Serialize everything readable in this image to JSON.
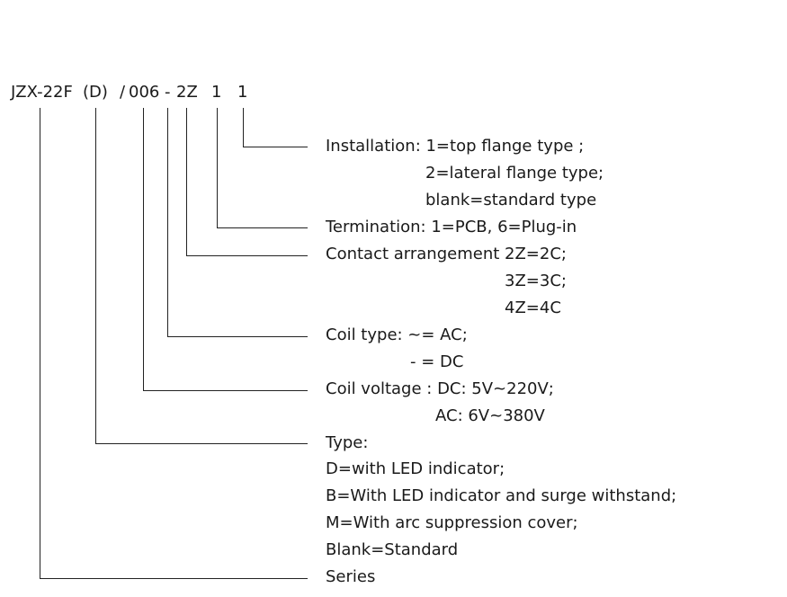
{
  "model_code": {
    "series": "JZX-22F",
    "type": "(D)",
    "slash": "/",
    "coil_voltage": "006",
    "dash": "-",
    "contact": "2Z",
    "termination": "1",
    "installation": "1"
  },
  "descriptions": {
    "installation": [
      "Installation: 1=top flange type ;",
      "2=lateral flange type;",
      "blank=standard type"
    ],
    "termination": [
      "Termination: 1=PCB, 6=Plug-in"
    ],
    "contact": [
      "Contact arrangement 2Z=2C;",
      "3Z=3C;",
      "4Z=4C"
    ],
    "coil_type": [
      "Coil type: ~= AC;",
      "- = DC"
    ],
    "coil_voltage": [
      "Coil voltage : DC: 5V~220V;",
      "AC: 6V~380V"
    ],
    "type": [
      "Type:",
      "D=with LED indicator;",
      "B=With LED indicator and surge withstand;",
      "M=With arc suppression cover;",
      "Blank=Standard"
    ],
    "series": [
      "Series"
    ]
  }
}
